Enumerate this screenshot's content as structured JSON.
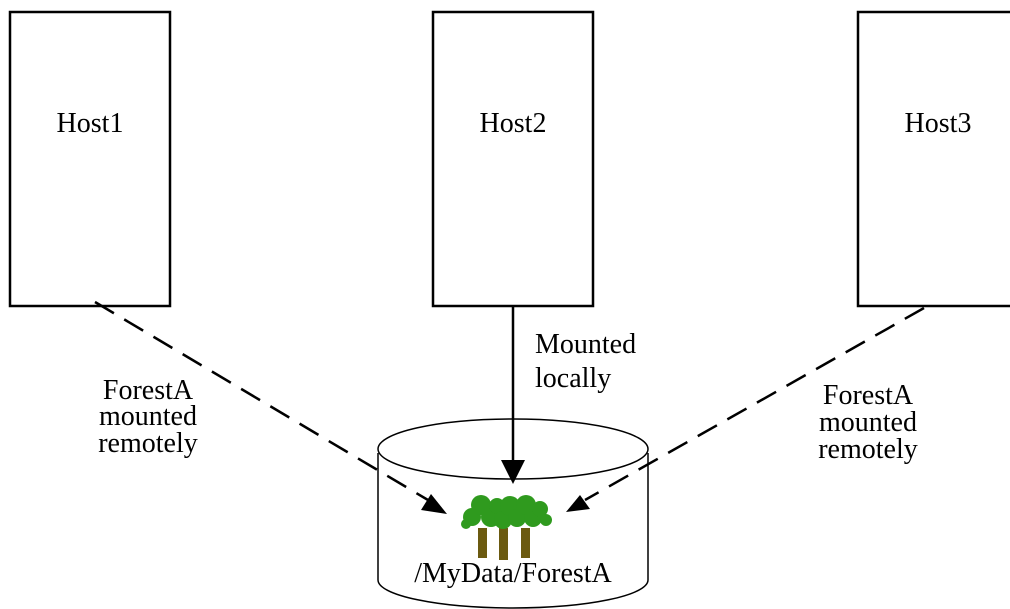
{
  "hosts": [
    {
      "label": "Host1"
    },
    {
      "label": "Host2"
    },
    {
      "label": "Host3"
    }
  ],
  "connections": {
    "left": {
      "lines": [
        "ForestA",
        "mounted",
        "remotely"
      ],
      "style": "dashed"
    },
    "center": {
      "lines": [
        "Mounted",
        "locally"
      ],
      "style": "solid"
    },
    "right": {
      "lines": [
        "ForestA",
        "mounted",
        "remotely"
      ],
      "style": "dashed"
    }
  },
  "storage": {
    "label": "/MyData/ForestA",
    "icon": "forest-icon"
  },
  "colors": {
    "tree_foliage": "#2f9a1e",
    "tree_trunk": "#6b5a10",
    "stroke": "#000000"
  }
}
